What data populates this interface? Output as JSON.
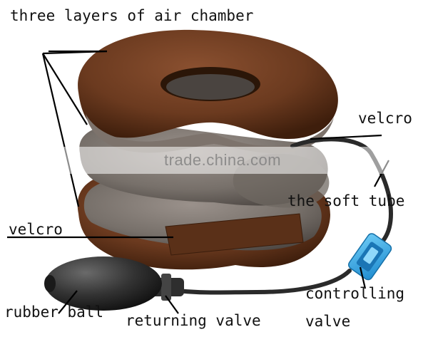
{
  "labels": {
    "title": "three layers of air chamber",
    "velcro_top": "velcro",
    "soft_tube": "the soft tube",
    "velcro_left": "velcro",
    "rubber_ball": "rubber ball",
    "returning_valve": "returning valve",
    "controlling": "controlling",
    "valve": "valve"
  },
  "watermark": "trade.china.com",
  "colors": {
    "brown": "#6b3a1f",
    "brown_dark": "#4a2410",
    "grey_cushion": "#7a706a",
    "grey_dark": "#4f4843",
    "valve_blue": "#2fa8e8",
    "tube": "#2a2a2a",
    "ball": "#3a3a3a"
  }
}
